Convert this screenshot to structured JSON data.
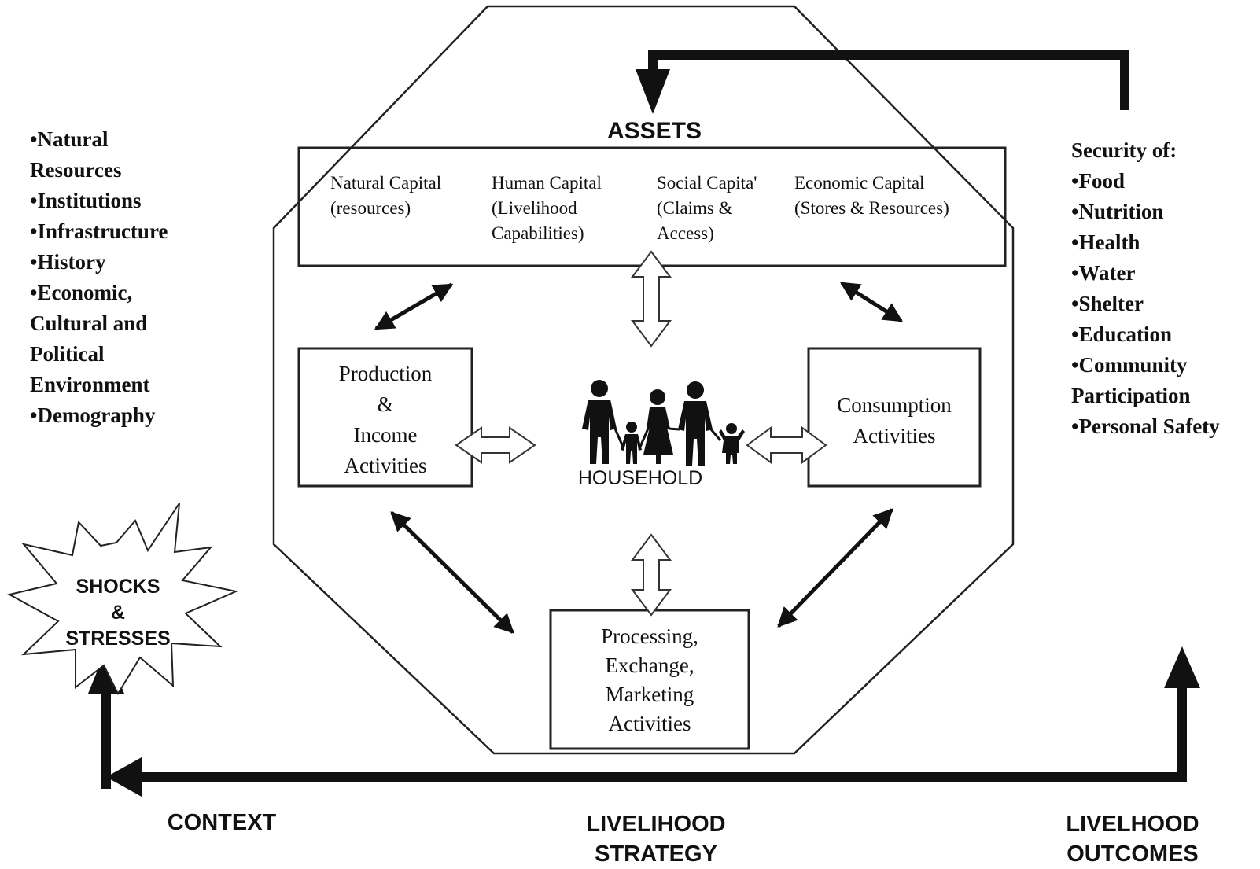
{
  "assets": {
    "title": "ASSETS",
    "capitals": [
      {
        "name": "Natural Capital",
        "detail": [
          "(resources)"
        ]
      },
      {
        "name": "Human Capital",
        "detail": [
          "(Livelihood",
          "Capabilities)"
        ]
      },
      {
        "name": "Social Capita'",
        "detail": [
          "(Claims &",
          "Access)"
        ]
      },
      {
        "name": "Economic Capital",
        "detail": [
          "(Stores & Resources)"
        ]
      }
    ]
  },
  "activities": {
    "production": [
      "Production",
      "&",
      "Income",
      "Activities"
    ],
    "consumption": [
      "Consumption",
      "Activities"
    ],
    "processing": [
      "Processing,",
      "Exchange,",
      "Marketing",
      "Activities"
    ]
  },
  "household": {
    "label": "HOUSEHOLD"
  },
  "context_list": [
    "•Natural",
    "Resources",
    "•Institutions",
    "•Infrastructure",
    "•History",
    "•Economic,",
    "Cultural and",
    "Political",
    "Environment",
    "•Demography"
  ],
  "outcomes_list": [
    "Security of:",
    "•Food",
    "•Nutrition",
    "•Health",
    "•Water",
    "•Shelter",
    "•Education",
    "•Community",
    "Participation",
    "•Personal Safety"
  ],
  "shocks": [
    "SHOCKS",
    "&",
    "STRESSES"
  ],
  "bottom_labels": {
    "context": "CONTEXT",
    "strategy": [
      "LIVELIHOOD",
      "STRATEGY"
    ],
    "outcomes": [
      "LIVELHOOD",
      "OUTCOMES"
    ]
  }
}
